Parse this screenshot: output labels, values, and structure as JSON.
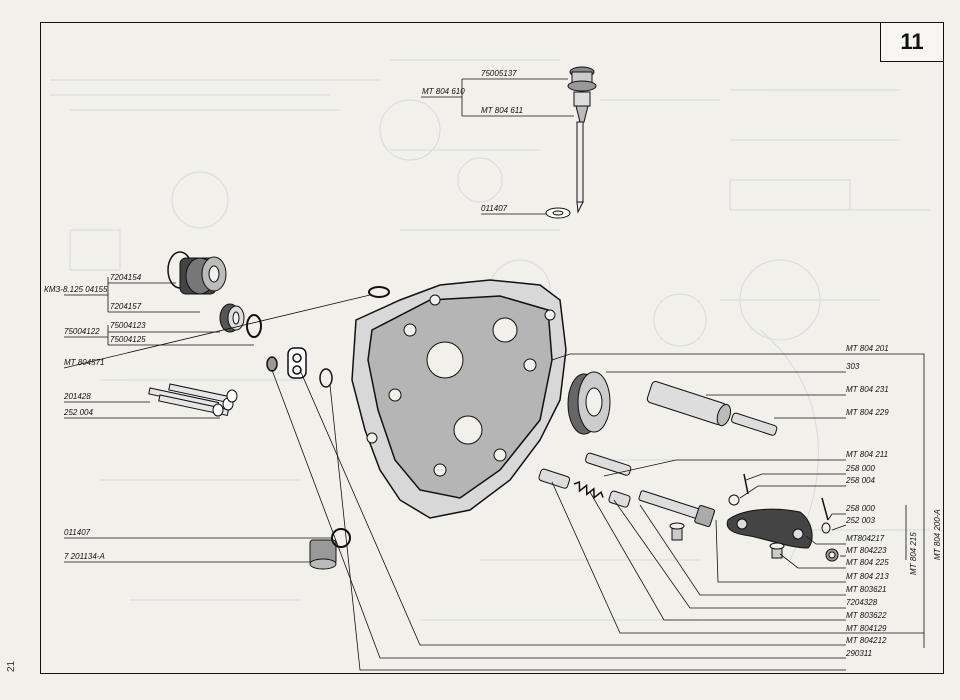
{
  "page_number": "11",
  "side_page_number": "21",
  "labels": {
    "p75005137": "75005137",
    "mt804610": "MT 804 610",
    "mt804611": "MT 804 611",
    "p011407_top": "011407",
    "p7204154": "7204154",
    "km3": "КМЗ-8.125 04155",
    "p7204157": "7204157",
    "p75004123": "75004123",
    "p75004122": "75004122",
    "p75004125": "75004125",
    "mt804571": "MT 804571",
    "p201428": "201428",
    "p252004": "252 004",
    "p011407_bot": "011407",
    "p7201134": "7 201134-A",
    "mt804201": "MT 804 201",
    "p303": "303",
    "mt804231": "MT 804 231",
    "mt804229": "MT 804 229",
    "mt804211": "MT 804 211",
    "p258000a": "258 000",
    "p258004": "258 004",
    "p258000b": "258 000",
    "p252003": "252 003",
    "mt804217": "MT804217",
    "mt804223": "MT 804223",
    "mt804225": "MT 804 225",
    "mt804213": "MT 804 213",
    "mt803621": "MT 803621",
    "p7204328": "7204328",
    "mt803622": "MT 803622",
    "mt804129": "MT 804129",
    "mt804212": "MT 804212",
    "p290311": "290311",
    "mt804215": "MT 804 215",
    "mt804200a": "MT 804 200-A"
  },
  "colors": {
    "ink": "#111111",
    "paper": "#f2f0ea",
    "bleed": "#b9c9dc"
  }
}
